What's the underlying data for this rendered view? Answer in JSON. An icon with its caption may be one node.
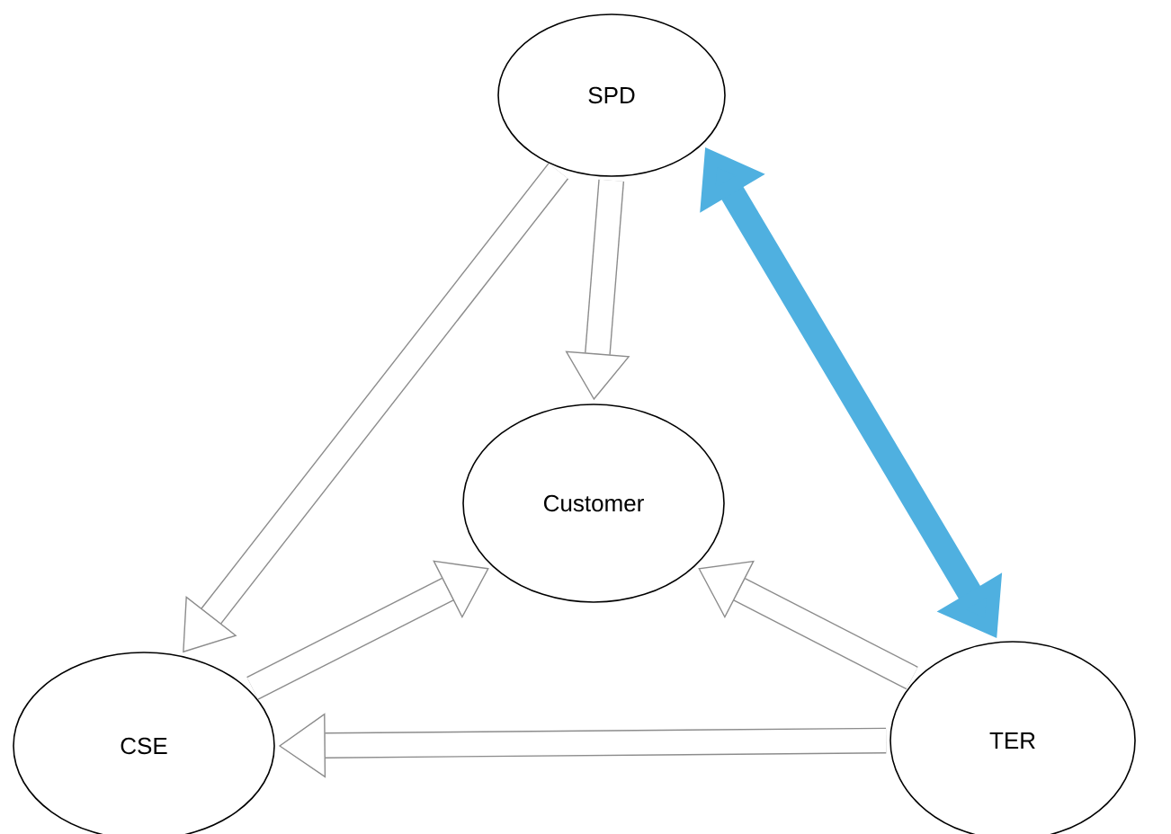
{
  "diagram": {
    "nodes": [
      {
        "text": [
          "SPD"
        ]
      },
      {
        "text": [
          "Customer"
        ]
      },
      {
        "text": [
          "CSE"
        ]
      },
      {
        "text": [
          "TER"
        ]
      }
    ],
    "edges": [
      {
        "from": 0,
        "to": 2,
        "arrow": "to"
      },
      {
        "from": 0,
        "to": 1,
        "arrow": "to"
      },
      {
        "from": 0,
        "to": 3,
        "arrow": "both",
        "color": "#4fb0e0"
      },
      {
        "from": 2,
        "to": 1,
        "arrow": "to"
      },
      {
        "from": 3,
        "to": 1,
        "arrow": "to"
      },
      {
        "from": 3,
        "to": 2,
        "arrow": "to"
      }
    ]
  }
}
